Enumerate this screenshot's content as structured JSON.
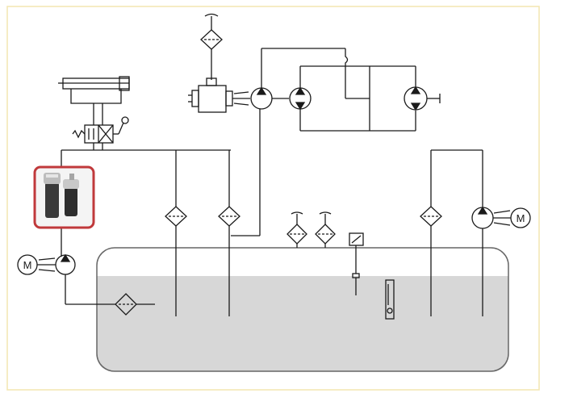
{
  "diagram": {
    "motor_label_left": "M",
    "motor_label_right": "M"
  },
  "colors": {
    "frame": "#f3e6b0",
    "line": "#1a1a1a",
    "tank_outline": "#666666",
    "fluid": "#d7d7d7",
    "highlight": "#c0393b"
  },
  "icons": [
    "hydraulic-cylinder-icon",
    "directional-valve-icon",
    "filter-icon",
    "pump-icon",
    "hydraulic-motor-icon",
    "electric-motor-icon",
    "engine-icon",
    "pressure-switch-icon",
    "level-gauge-icon",
    "filter-product-photo"
  ]
}
